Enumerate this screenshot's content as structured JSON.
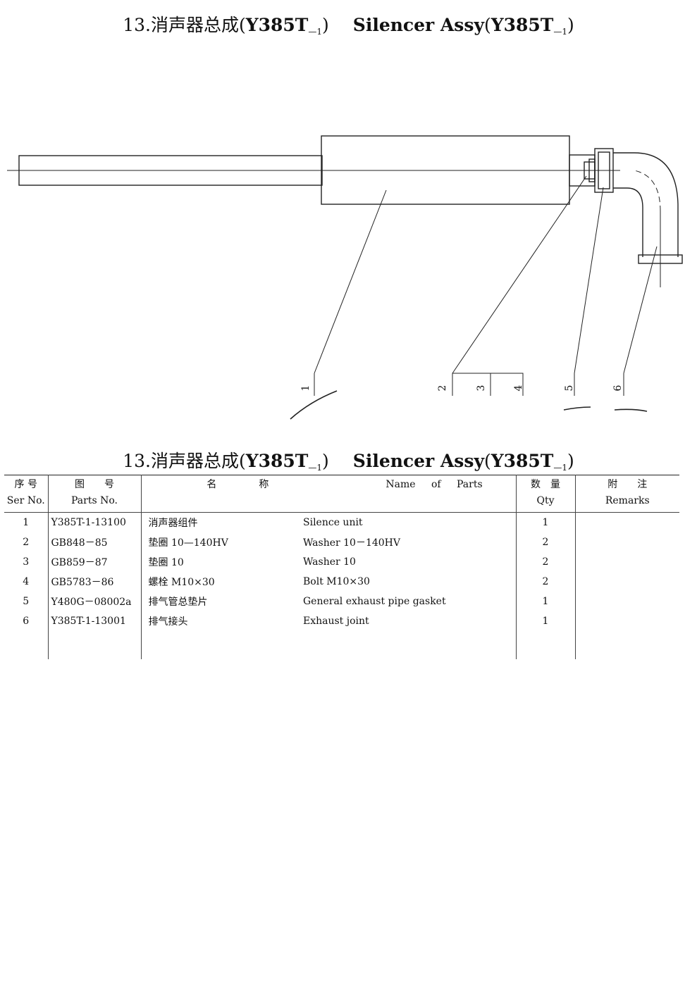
{
  "title": {
    "number": "13.",
    "zh": "消声器总成",
    "model_prefix": "Y385T",
    "model_sub": "—1",
    "en": "Silencer Assy"
  },
  "diagram": {
    "callouts": [
      "1",
      "2",
      "3",
      "4",
      "5",
      "6"
    ]
  },
  "table": {
    "headers": {
      "ser_zh": "序 号",
      "ser_en": "Ser No.",
      "parts_zh": "图　　号",
      "parts_en": "Parts No.",
      "name_zh": "名称",
      "name_en": "Name of Parts",
      "qty_zh": "数　量",
      "qty_en": "Qty",
      "remarks_zh": "附　　注",
      "remarks_en": "Remarks"
    },
    "rows": [
      {
        "ser": "1",
        "part_no": "Y385T-1-13100",
        "name_zh": "消声器组件",
        "name_en": "Silence unit",
        "qty": "1",
        "remarks": ""
      },
      {
        "ser": "2",
        "part_no": "GB848－85",
        "name_zh": "垫圈 10—140HV",
        "name_en": "Washer 10－140HV",
        "qty": "2",
        "remarks": ""
      },
      {
        "ser": "3",
        "part_no": "GB859－87",
        "name_zh": "垫圈 10",
        "name_en": "Washer 10",
        "qty": "2",
        "remarks": ""
      },
      {
        "ser": "4",
        "part_no": "GB5783－86",
        "name_zh": "螺栓 M10×30",
        "name_en": "Bolt M10×30",
        "qty": "2",
        "remarks": ""
      },
      {
        "ser": "5",
        "part_no": "Y480G－08002a",
        "name_zh": "排气管总垫片",
        "name_en": "General exhaust pipe gasket",
        "qty": "1",
        "remarks": ""
      },
      {
        "ser": "6",
        "part_no": "Y385T-1-13001",
        "name_zh": "排气接头",
        "name_en": "Exhaust joint",
        "qty": "1",
        "remarks": ""
      }
    ]
  }
}
